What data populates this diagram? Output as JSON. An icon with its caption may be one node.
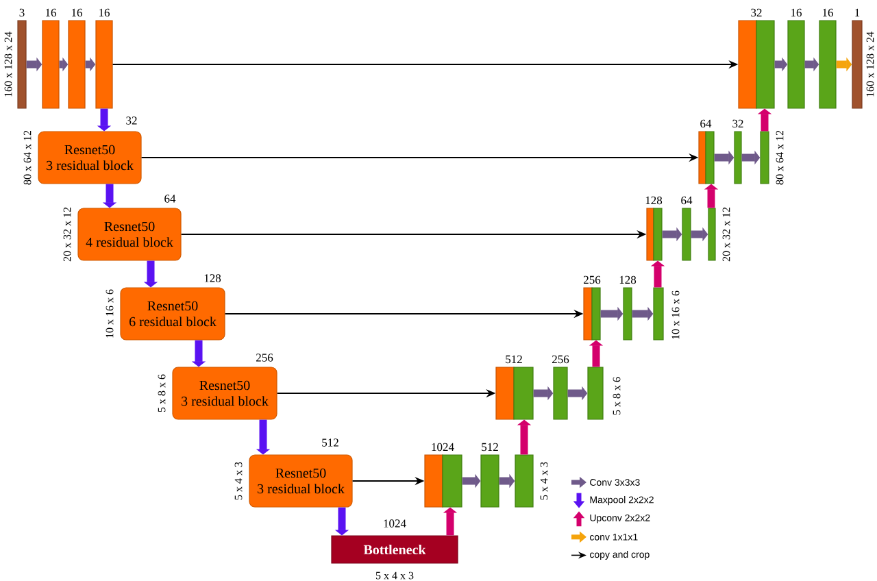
{
  "diagram": {
    "nodes": [
      {
        "text": [
          "3"
        ],
        "beside": [
          "160 x 128 x 24"
        ]
      },
      {
        "text": [
          "16"
        ]
      },
      {
        "text": [
          "16"
        ]
      },
      {
        "text": [
          "16"
        ]
      },
      {
        "text": [
          "Resnet50",
          "3 residual block"
        ],
        "beside": [
          "32",
          "80 x 64 x 12"
        ]
      },
      {
        "text": [
          "Resnet50",
          "4 residual block"
        ],
        "beside": [
          "64",
          "20 x 32 x 12"
        ]
      },
      {
        "text": [
          "Resnet50",
          "6 residual block"
        ],
        "beside": [
          "128",
          "10 x 16 x 6"
        ]
      },
      {
        "text": [
          "Resnet50",
          "3 residual block"
        ],
        "beside": [
          "256",
          "5 x 8 x 6"
        ]
      },
      {
        "text": [
          "Resnet50",
          "3 residual block"
        ],
        "beside": [
          "512",
          "5 x 4 x 3"
        ]
      },
      {
        "text": [
          "Bottleneck"
        ],
        "beside": [
          "1024",
          "5 x 4 x 3"
        ]
      },
      {
        "text": [],
        "shape": "bar"
      },
      {
        "text": [
          "1024"
        ]
      },
      {
        "text": [
          "512"
        ]
      },
      {
        "text": [],
        "shape": "bar",
        "beside": [
          "5 x 4 x 3"
        ]
      },
      {
        "text": [],
        "shape": "bar"
      },
      {
        "text": [
          "512"
        ]
      },
      {
        "text": [
          "256"
        ]
      },
      {
        "text": [],
        "shape": "bar",
        "beside": [
          "5 x 8 x 6"
        ]
      },
      {
        "text": [],
        "shape": "bar"
      },
      {
        "text": [
          "256"
        ]
      },
      {
        "text": [
          "128"
        ]
      },
      {
        "text": [],
        "shape": "bar",
        "beside": [
          "10 x 16 x 6"
        ]
      },
      {
        "text": [],
        "shape": "bar"
      },
      {
        "text": [
          "128"
        ]
      },
      {
        "text": [
          "64"
        ]
      },
      {
        "text": [],
        "shape": "bar",
        "beside": [
          "20 x 32 x 12"
        ]
      },
      {
        "text": [],
        "shape": "bar"
      },
      {
        "text": [
          "64"
        ]
      },
      {
        "text": [
          "32"
        ]
      },
      {
        "text": [],
        "shape": "bar",
        "beside": [
          "80 x 64 x 12"
        ]
      },
      {
        "text": [],
        "shape": "bar"
      },
      {
        "text": [
          "32"
        ]
      },
      {
        "text": [
          "16"
        ]
      },
      {
        "text": [
          "16"
        ]
      },
      {
        "text": [
          "1"
        ],
        "beside": [
          "160 x 128 x 24"
        ]
      }
    ],
    "edges": [
      {
        "from": 0,
        "to": 1,
        "arrow": "to"
      },
      {
        "from": 1,
        "to": 2,
        "arrow": "to"
      },
      {
        "from": 2,
        "to": 3,
        "arrow": "to"
      },
      {
        "from": 11,
        "to": 12,
        "arrow": "to"
      },
      {
        "from": 12,
        "to": 13,
        "arrow": "to"
      },
      {
        "from": 15,
        "to": 16,
        "arrow": "to"
      },
      {
        "from": 16,
        "to": 17,
        "arrow": "to"
      },
      {
        "from": 19,
        "to": 20,
        "arrow": "to"
      },
      {
        "from": 20,
        "to": 21,
        "arrow": "to"
      },
      {
        "from": 23,
        "to": 24,
        "arrow": "to"
      },
      {
        "from": 24,
        "to": 25,
        "arrow": "to"
      },
      {
        "from": 27,
        "to": 28,
        "arrow": "to"
      },
      {
        "from": 28,
        "to": 29,
        "arrow": "to"
      },
      {
        "from": 31,
        "to": 32,
        "arrow": "to"
      },
      {
        "from": 32,
        "to": 33,
        "arrow": "to"
      },
      {
        "from": 33,
        "to": 34,
        "arrow": "to",
        "color": "#f5a40c"
      },
      {
        "from": 3,
        "to": 4,
        "arrow": "to",
        "color": "#5a12f2"
      },
      {
        "from": 4,
        "to": 5,
        "arrow": "to",
        "color": "#5a12f2"
      },
      {
        "from": 5,
        "to": 6,
        "arrow": "to",
        "color": "#5a12f2"
      },
      {
        "from": 6,
        "to": 7,
        "arrow": "to",
        "color": "#5a12f2"
      },
      {
        "from": 7,
        "to": 8,
        "arrow": "to",
        "color": "#5a12f2"
      },
      {
        "from": 8,
        "to": 9,
        "arrow": "to",
        "color": "#5a12f2"
      },
      {
        "from": 9,
        "to": 11,
        "arrow": "to",
        "color": "#d4006c"
      },
      {
        "from": 13,
        "to": 15,
        "arrow": "to",
        "color": "#d4006c"
      },
      {
        "from": 17,
        "to": 19,
        "arrow": "to",
        "color": "#d4006c"
      },
      {
        "from": 21,
        "to": 23,
        "arrow": "to",
        "color": "#d4006c"
      },
      {
        "from": 25,
        "to": 27,
        "arrow": "to",
        "color": "#d4006c"
      },
      {
        "from": 29,
        "to": 31,
        "arrow": "to",
        "color": "#d4006c"
      },
      {
        "from": 3,
        "to": 30,
        "arrow": "to",
        "color": "#000000"
      },
      {
        "from": 4,
        "to": 26,
        "arrow": "to",
        "color": "#000000"
      },
      {
        "from": 5,
        "to": 22,
        "arrow": "to",
        "color": "#000000"
      },
      {
        "from": 6,
        "to": 18,
        "arrow": "to",
        "color": "#000000"
      },
      {
        "from": 7,
        "to": 14,
        "arrow": "to",
        "color": "#000000"
      },
      {
        "from": 8,
        "to": 10,
        "arrow": "to",
        "color": "#000000"
      }
    ],
    "legend": [
      {
        "text": "Conv 3x3x3"
      },
      {
        "text": "Maxpool 2x2x2"
      },
      {
        "text": "Upconv 2x2x2"
      },
      {
        "text": "conv 1x1x1"
      },
      {
        "text": "copy and crop"
      }
    ]
  }
}
